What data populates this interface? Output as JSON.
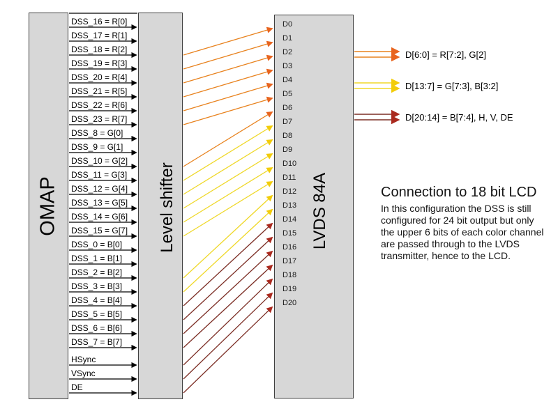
{
  "blocks": {
    "omap": "OMAP",
    "level_shifter": "Level shifter",
    "lvds": "LVDS 84A"
  },
  "signals": [
    "DSS_16 = R[0]",
    "DSS_17 = R[1]",
    "DSS_18 = R[2]",
    "DSS_19 = R[3]",
    "DSS_20 = R[4]",
    "DSS_21 = R[5]",
    "DSS_22 = R[6]",
    "DSS_23 = R[7]",
    "DSS_8 = G[0]",
    "DSS_9 = G[1]",
    "DSS_10 = G[2]",
    "DSS_11 = G[3]",
    "DSS_12 = G[4]",
    "DSS_13 = G[5]",
    "DSS_14 = G[6]",
    "DSS_15 = G[7]",
    "DSS_0 = B[0]",
    "DSS_1 = B[1]",
    "DSS_2 = B[2]",
    "DSS_3 = B[3]",
    "DSS_4 = B[4]",
    "DSS_5 = B[5]",
    "DSS_6 = B[6]",
    "DSS_7 = B[7]",
    "HSync",
    "VSync",
    "DE"
  ],
  "pins": [
    "D0",
    "D1",
    "D2",
    "D3",
    "D4",
    "D5",
    "D6",
    "D7",
    "D8",
    "D9",
    "D10",
    "D11",
    "D12",
    "D13",
    "D14",
    "D15",
    "D16",
    "D17",
    "D18",
    "D19",
    "D20"
  ],
  "connections": {
    "groups": [
      {
        "name": "red-channel-bits",
        "color": "#E8821E",
        "head": "#E8641E",
        "pairs": [
          [
            2,
            0
          ],
          [
            3,
            1
          ],
          [
            4,
            2
          ],
          [
            5,
            3
          ],
          [
            6,
            4
          ],
          [
            7,
            5
          ],
          [
            10,
            6
          ]
        ]
      },
      {
        "name": "green-channel-bits",
        "color": "#EFD829",
        "head": "#F2CC0A",
        "pairs": [
          [
            11,
            7
          ],
          [
            12,
            8
          ],
          [
            13,
            9
          ],
          [
            14,
            10
          ],
          [
            15,
            11
          ],
          [
            18,
            12
          ],
          [
            19,
            13
          ]
        ]
      },
      {
        "name": "blue-channel-and-sync-bits",
        "color": "#7C2E25",
        "head": "#AA291E",
        "pairs": [
          [
            20,
            14
          ],
          [
            21,
            15
          ],
          [
            22,
            16
          ],
          [
            23,
            17
          ],
          [
            24,
            18
          ],
          [
            25,
            19
          ],
          [
            26,
            20
          ]
        ]
      }
    ]
  },
  "outputs": [
    {
      "label": "D[6:0] = R[7:2], G[2]",
      "color": "#E8821E",
      "head": "#E8641E"
    },
    {
      "label": "D[13:7] = G[7:3], B[3:2]",
      "color": "#EFD829",
      "head": "#F2CC0A"
    },
    {
      "label": "D[20:14] = B[7:4], H, V, DE",
      "color": "#7C2E25",
      "head": "#AA291E"
    }
  ],
  "note": {
    "title": "Connection to 18 bit LCD",
    "lines": [
      "In this configuration the DSS is still",
      "configured for 24 bit output but only",
      "the upper 6 bits of each color channel",
      "are passed through to the LVDS",
      "transmitter, hence to the LCD."
    ]
  },
  "ladder_color": "#000000",
  "block_fill": "#D7D7D7",
  "block_border": "#3F3F3F"
}
